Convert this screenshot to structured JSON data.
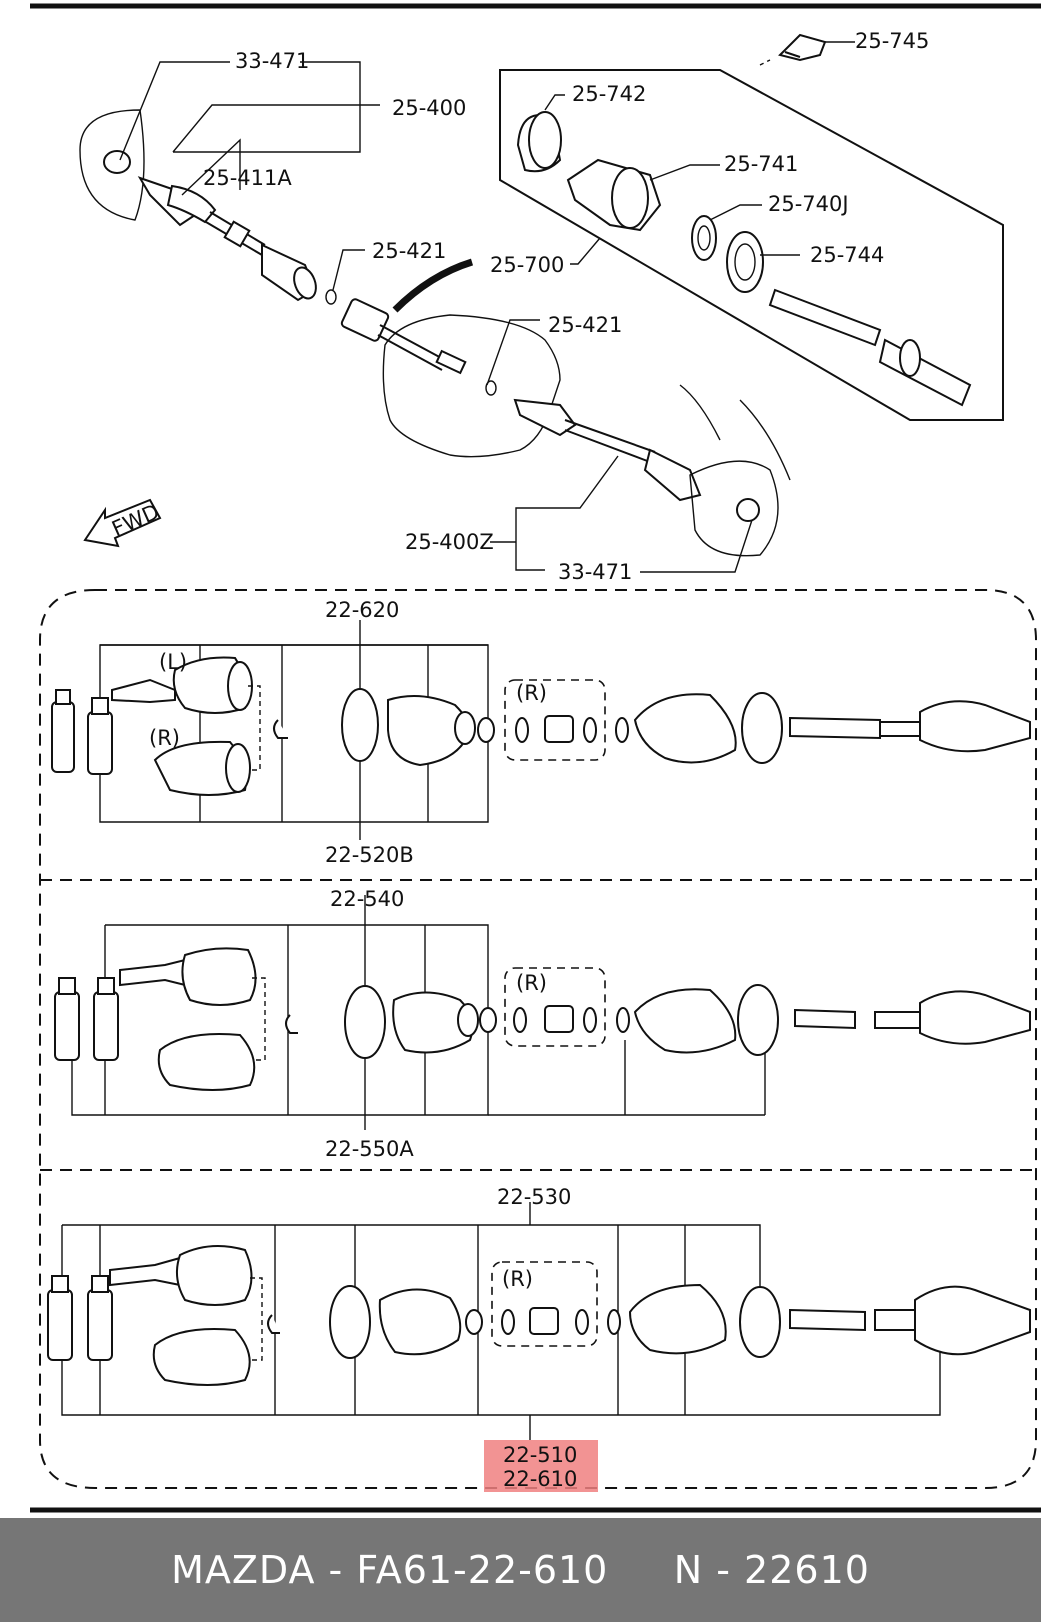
{
  "diagram": {
    "callouts_top": [
      "33-471",
      "25-400",
      "25-411A",
      "25-421",
      "25-700",
      "25-421",
      "25-400Z",
      "33-471"
    ],
    "callouts_assembly": [
      "25-745",
      "25-742",
      "25-741",
      "25-740J",
      "25-744"
    ],
    "fwd_arrow": "FWD",
    "section1": {
      "top_label": "22-620",
      "bottom_label": "22-520B",
      "left_tag": "(L)",
      "right_tag": "(R)",
      "group_tag": "(R)"
    },
    "section2": {
      "top_label": "22-540",
      "bottom_label": "22-550A",
      "group_tag": "(R)"
    },
    "section3": {
      "top_label": "22-530",
      "group_tag": "(R)",
      "bottom_label_1": "22-510",
      "bottom_label_2": "22-610"
    },
    "highlight_color": "#f08080"
  },
  "footer": {
    "text": "MAZDA - FA61-22-610     N - 22610",
    "background": "#767676"
  }
}
